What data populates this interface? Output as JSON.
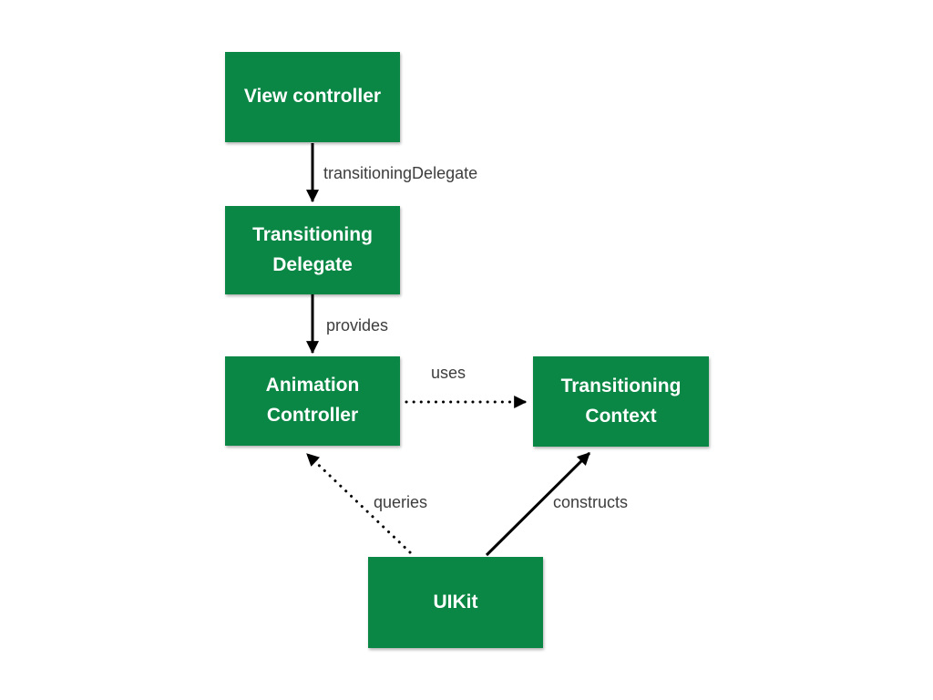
{
  "diagram": {
    "colors": {
      "box_fill": "#0a8745",
      "box_text": "#ffffff",
      "label_text": "#3d3d3d",
      "arrow": "#000000"
    },
    "nodes": [
      {
        "id": "view-controller",
        "label": "View controller"
      },
      {
        "id": "transitioning-delegate",
        "label": "Transitioning Delegate"
      },
      {
        "id": "animation-controller",
        "label": "Animation Controller"
      },
      {
        "id": "transitioning-context",
        "label": "Transitioning Context"
      },
      {
        "id": "uikit",
        "label": "UIKit"
      }
    ],
    "edges": [
      {
        "from": "view-controller",
        "to": "transitioning-delegate",
        "label": "transitioningDelegate",
        "style": "solid"
      },
      {
        "from": "transitioning-delegate",
        "to": "animation-controller",
        "label": "provides",
        "style": "solid"
      },
      {
        "from": "animation-controller",
        "to": "transitioning-context",
        "label": "uses",
        "style": "dotted"
      },
      {
        "from": "uikit",
        "to": "animation-controller",
        "label": "queries",
        "style": "dotted"
      },
      {
        "from": "uikit",
        "to": "transitioning-context",
        "label": "constructs",
        "style": "solid"
      }
    ]
  }
}
